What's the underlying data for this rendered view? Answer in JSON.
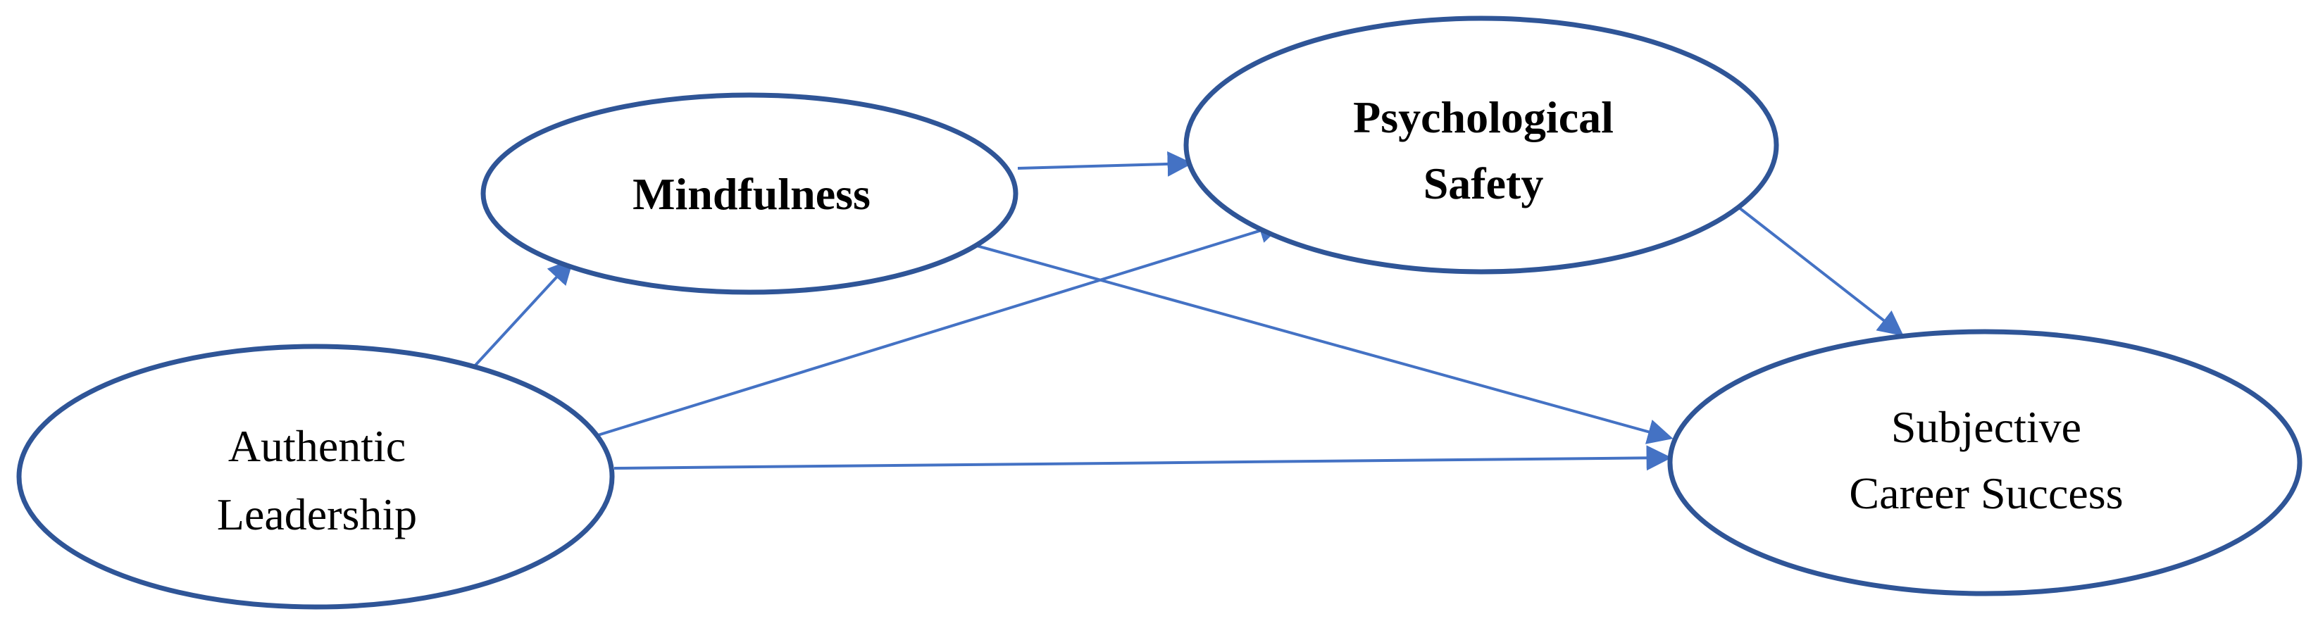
{
  "diagram": {
    "colors": {
      "node_outline": "#2f5597",
      "edge": "#4472c4",
      "text": "#000000",
      "background": "#ffffff"
    },
    "nodes": {
      "authentic_leadership": {
        "line1": "Authentic",
        "line2": "Leadership"
      },
      "mindfulness": {
        "line1": "Mindfulness"
      },
      "psychological_safety": {
        "line1": "Psychological",
        "line2": "Safety"
      },
      "subjective_career_success": {
        "line1": "Subjective",
        "line2": "Career Success"
      }
    },
    "edges": [
      {
        "from": "Authentic Leadership",
        "to": "Mindfulness"
      },
      {
        "from": "Authentic Leadership",
        "to": "Psychological Safety"
      },
      {
        "from": "Authentic Leadership",
        "to": "Subjective Career Success"
      },
      {
        "from": "Mindfulness",
        "to": "Psychological Safety"
      },
      {
        "from": "Mindfulness",
        "to": "Subjective Career Success"
      },
      {
        "from": "Psychological Safety",
        "to": "Subjective Career Success"
      }
    ]
  }
}
